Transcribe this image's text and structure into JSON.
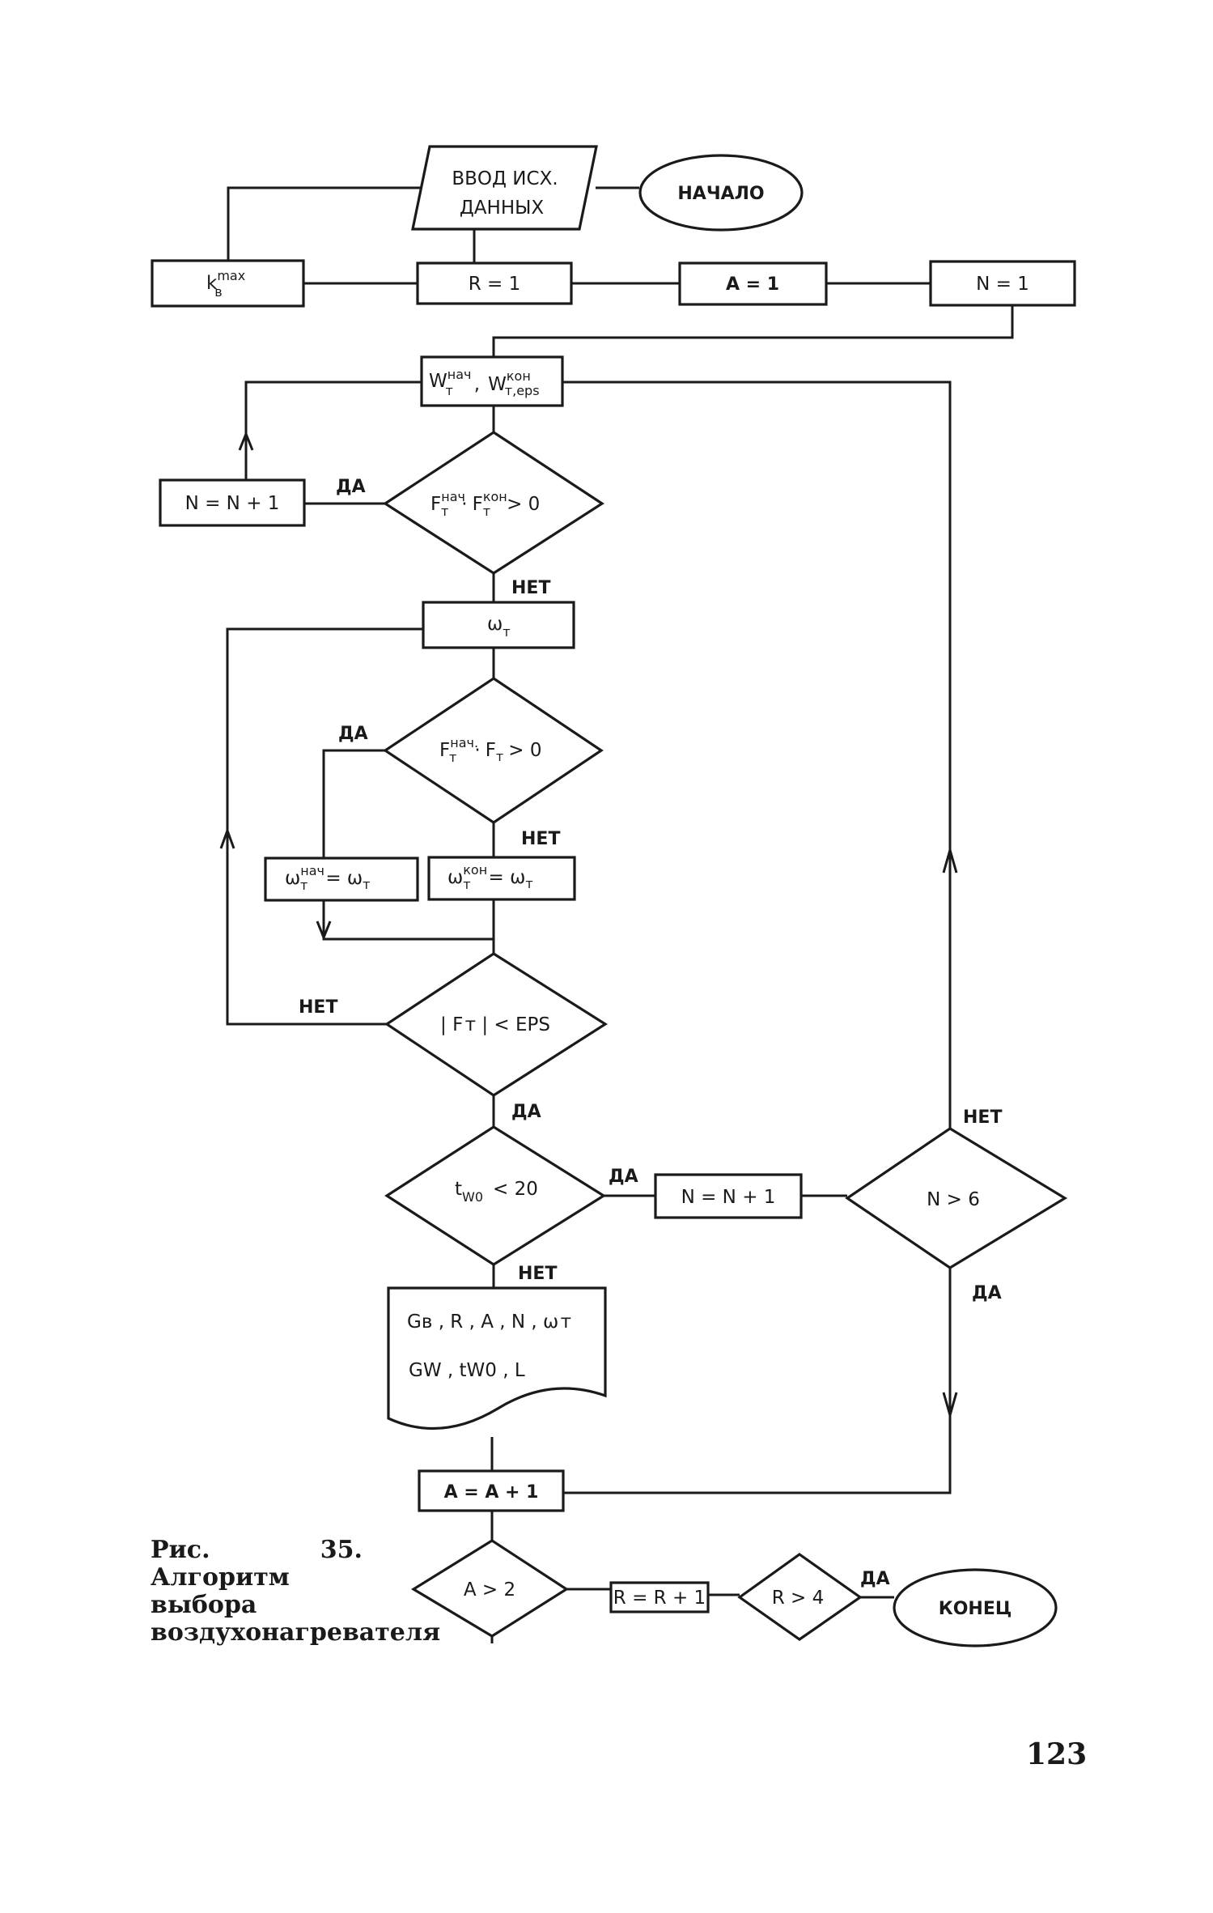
{
  "flowchart": {
    "start": "НАЧАЛО",
    "input": {
      "line1": "ВВОД ИСХ.",
      "line2": "ДАННЫХ"
    },
    "kb_max": {
      "base": "k",
      "sup": "max",
      "sub": "в"
    },
    "r_init": "R = 1",
    "a_init": "A = 1",
    "n_init": "N = 1",
    "w_bounds": {
      "w1": "W",
      "w1_sup": "нач",
      "w1_sub": "т",
      "sep": ",",
      "w2": "W",
      "w2_sup": "кон",
      "w2_sub": "т,eps"
    },
    "n_inc_1": "N = N + 1",
    "cond_f": {
      "f1": "F",
      "f1_sup": "нач",
      "f1_sub": "т",
      "dot": "·",
      "f2": "F",
      "f2_sup": "кон",
      "f2_sub": "т",
      "rest": "> 0"
    },
    "omega_calc": {
      "base": "ω",
      "sub": "т"
    },
    "cond_ft": {
      "f1": "F",
      "f1_sup": "нач.",
      "f1_sub": "т",
      "dot": "·",
      "f2": "F",
      "f2_sub": "т",
      "rest": "> 0"
    },
    "omega_start": {
      "base": "ω",
      "sup": "нач",
      "sub": "т",
      "rest": "= ω",
      "rest_sub": "т"
    },
    "omega_end": {
      "base": "ω",
      "sup": "кон",
      "sub": "т",
      "rest": "= ω",
      "rest_sub": "т"
    },
    "cond_eps": "| F т | < EPS",
    "cond_tw": {
      "base": "t",
      "sub": "W0",
      "rest": "< 20"
    },
    "n_inc_2": "N = N + 1",
    "cond_n6": "N > 6",
    "output": {
      "line1": "Gв , R , A , N , ω т",
      "line2": "GW ,  tW0 ,   L"
    },
    "a_inc": "A = A + 1",
    "cond_a2": "A > 2",
    "r_inc": "R = R + 1",
    "cond_r4": "R > 4",
    "end": "КОНЕЦ"
  },
  "labels": {
    "yes": "ДА",
    "no": "НЕТ"
  },
  "caption": "Рис. 35. Алгоритм выбора воздухонагревателя",
  "page_number": "123"
}
